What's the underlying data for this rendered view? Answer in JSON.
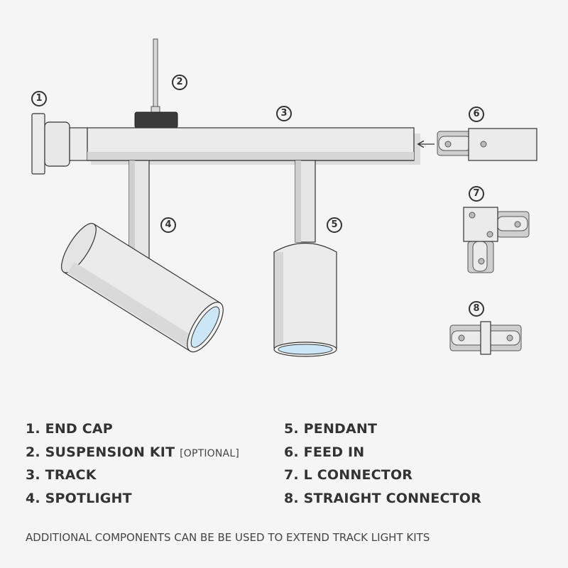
{
  "callouts": [
    {
      "num": "1",
      "component": "end-cap"
    },
    {
      "num": "2",
      "component": "suspension-kit"
    },
    {
      "num": "3",
      "component": "track"
    },
    {
      "num": "4",
      "component": "spotlight"
    },
    {
      "num": "5",
      "component": "pendant"
    },
    {
      "num": "6",
      "component": "feed-in"
    },
    {
      "num": "7",
      "component": "l-connector"
    },
    {
      "num": "8",
      "component": "straight-connector"
    }
  ],
  "legend": {
    "left": [
      {
        "label": "1. END CAP",
        "note": ""
      },
      {
        "label": "2. SUSPENSION KIT",
        "note": "[OPTIONAL]"
      },
      {
        "label": "3. TRACK",
        "note": ""
      },
      {
        "label": "4. SPOTLIGHT",
        "note": ""
      }
    ],
    "right": [
      {
        "label": "5. PENDANT",
        "note": ""
      },
      {
        "label": "6. FEED IN",
        "note": ""
      },
      {
        "label": "7. L CONNECTOR",
        "note": ""
      },
      {
        "label": "8. STRAIGHT CONNECTOR",
        "note": ""
      }
    ]
  },
  "footnote": "ADDITIONAL COMPONENTS CAN BE BE USED TO EXTEND TRACK LIGHT KITS",
  "colors": {
    "background": "#f5f5f5",
    "outline": "#333333",
    "body": "#ebebeb",
    "shade": "#cfcfcf",
    "lens": "#cde6f5",
    "suspension_block": "#3a3a3a"
  }
}
